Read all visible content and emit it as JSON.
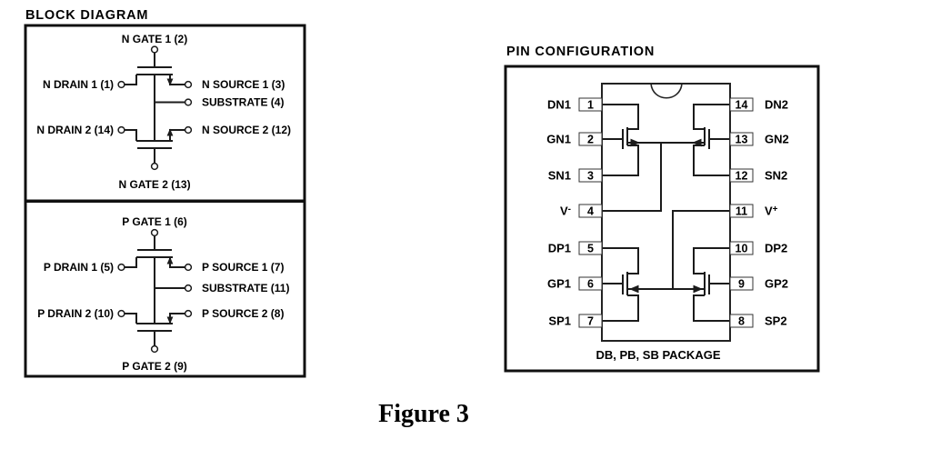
{
  "block_diagram": {
    "title": "BLOCK DIAGRAM",
    "n_section": {
      "gate1": "N GATE 1 (2)",
      "drain1": "N DRAIN 1 (1)",
      "source1": "N SOURCE 1 (3)",
      "substrate": "SUBSTRATE (4)",
      "drain2": "N DRAIN 2 (14)",
      "source2": "N SOURCE 2 (12)",
      "gate2": "N GATE 2 (13)"
    },
    "p_section": {
      "gate1": "P GATE 1 (6)",
      "drain1": "P DRAIN 1 (5)",
      "source1": "P SOURCE 1 (7)",
      "substrate": "SUBSTRATE (11)",
      "drain2": "P DRAIN 2 (10)",
      "source2": "P SOURCE 2 (8)",
      "gate2": "P GATE 2 (9)"
    }
  },
  "pin_configuration": {
    "title": "PIN CONFIGURATION",
    "package_label": "DB, PB, SB PACKAGE",
    "left_pins": [
      {
        "number": "1",
        "label": "DN1"
      },
      {
        "number": "2",
        "label": "GN1"
      },
      {
        "number": "3",
        "label": "SN1"
      },
      {
        "number": "4",
        "label": "V",
        "sup": "-"
      },
      {
        "number": "5",
        "label": "DP1"
      },
      {
        "number": "6",
        "label": "GP1"
      },
      {
        "number": "7",
        "label": "SP1"
      }
    ],
    "right_pins": [
      {
        "number": "14",
        "label": "DN2"
      },
      {
        "number": "13",
        "label": "GN2"
      },
      {
        "number": "12",
        "label": "SN2"
      },
      {
        "number": "11",
        "label": "V",
        "sup": "+"
      },
      {
        "number": "10",
        "label": "DP2"
      },
      {
        "number": "9",
        "label": "GP2"
      },
      {
        "number": "8",
        "label": "SP2"
      }
    ]
  },
  "figure": {
    "caption": "Figure 3"
  },
  "colors": {
    "line": "#1b1b1b",
    "text": "#000000",
    "background": "#ffffff"
  }
}
